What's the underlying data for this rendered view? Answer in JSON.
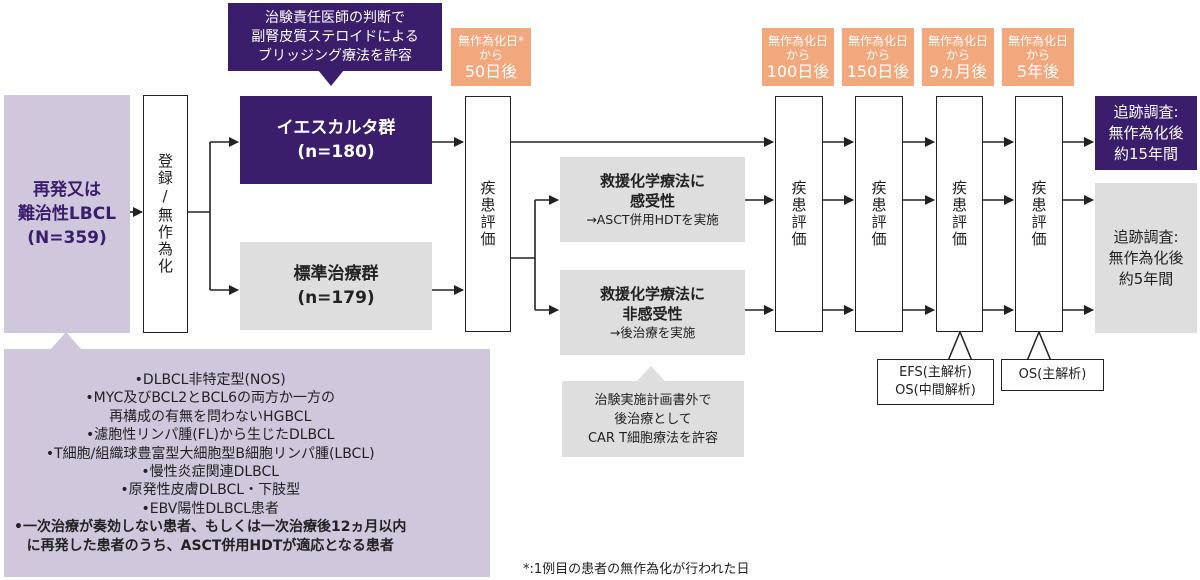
{
  "population": {
    "line1": "再発又は",
    "line2": "難治性LBCL",
    "line3": "(N=359)"
  },
  "criteria": [
    "•DLBCL非特定型(NOS)",
    "•MYC及びBCL2とBCL6の両方か一方の",
    "再構成の有無を問わないHGBCL",
    "•濾胞性リンパ腫(FL)から生じたDLBCL",
    "•T細胞/組織球豊富型大細胞型B細胞リンパ腫(LBCL)",
    "•慢性炎症関連DLBCL",
    "•原発性皮膚DLBCL・下肢型",
    "•EBV陽性DLBCL患者",
    "•一次治療が奏効しない患者、もしくは一次治療後12ヵ月以内",
    "に再発した患者のうち、ASCT併用HDTが適応となる患者"
  ],
  "enroll": "登録/無作為化",
  "arm_a": {
    "name": "イエスカルタ群",
    "n": "(n=180)"
  },
  "arm_b": {
    "name": "標準治療群",
    "n": "(n=179)"
  },
  "steroid_note": {
    "l1": "治験責任医師の判断で",
    "l2": "副腎皮質ステロイドによる",
    "l3": "ブリッジング療法を許容"
  },
  "assessment": "疾患評価",
  "timepoints": [
    {
      "top": "無作為化日*",
      "mid": "から",
      "main": "50日後"
    },
    {
      "top": "無作為化日",
      "mid": "から",
      "main": "100日後"
    },
    {
      "top": "無作為化日",
      "mid": "から",
      "main": "150日後"
    },
    {
      "top": "無作為化日",
      "mid": "から",
      "main": "9ヵ月後"
    },
    {
      "top": "無作為化日",
      "mid": "から",
      "main": "5年後"
    }
  ],
  "salvage_sens": {
    "l1": "救援化学療法に",
    "l2": "感受性",
    "l3": "→ASCT併用HDTを実施"
  },
  "salvage_insens": {
    "l1": "救援化学療法に",
    "l2": "非感受性",
    "l3": "→後治療を実施"
  },
  "cart_note": {
    "l1": "治験実施計画書外で",
    "l2": "後治療として",
    "l3": "CAR T細胞療法を許容"
  },
  "followup_a": {
    "l1": "追跡調査:",
    "l2": "無作為化後",
    "l3": "約15年間"
  },
  "followup_b": {
    "l1": "追跡調査:",
    "l2": "無作為化後",
    "l3": "約5年間"
  },
  "efs_label": {
    "l1": "EFS(主解析)",
    "l2": "OS(中間解析)"
  },
  "os_label": "OS(主解析)",
  "footnote": "*:1例目の患者の無作為化が行われた日"
}
